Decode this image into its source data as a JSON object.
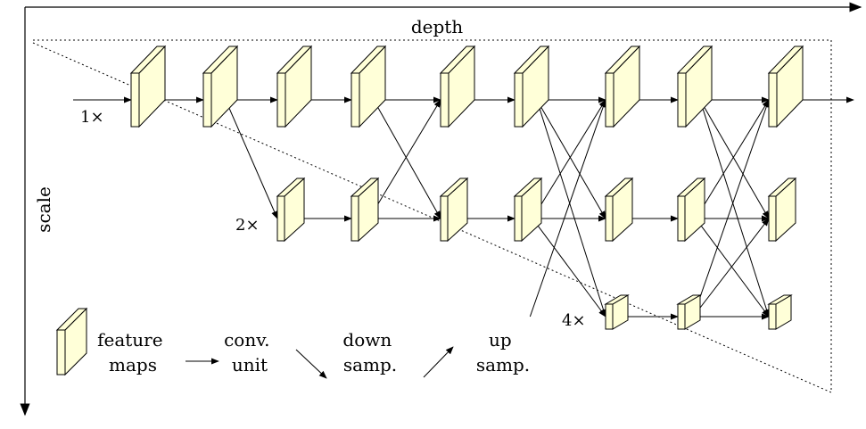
{
  "axes": {
    "depth_label": "depth",
    "scale_label": "scale"
  },
  "scales": {
    "s1": "1×",
    "s2": "2×",
    "s4": "4×"
  },
  "legend": {
    "feature_maps": [
      "feature",
      "maps"
    ],
    "conv_unit": [
      "conv.",
      "unit"
    ],
    "down_samp": [
      "down",
      "samp."
    ],
    "up_samp": [
      "up",
      "samp."
    ]
  },
  "colors": {
    "block_fill": "#ffffd8",
    "line": "#000000"
  }
}
